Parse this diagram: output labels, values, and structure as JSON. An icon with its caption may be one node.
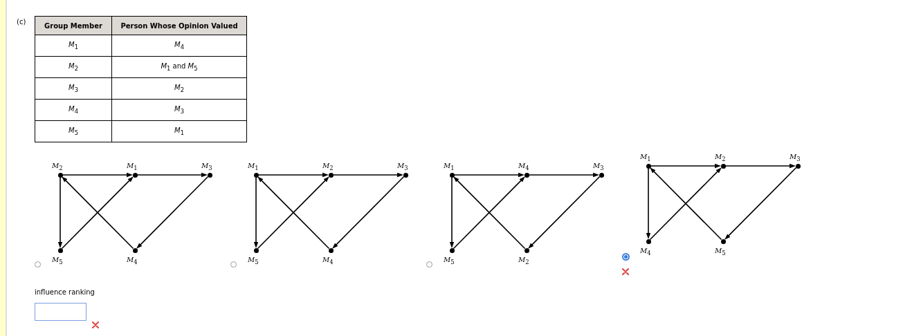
{
  "diagram": {
    "nodes": [
      {
        "text": [
          "*M*$_{2}$"
        ]
      },
      {
        "text": [
          "*M*$_{1}$"
        ]
      },
      {
        "text": [
          "*M*$_{3}$"
        ]
      },
      {
        "text": [
          "*M*$_{5}$"
        ]
      },
      {
        "text": [
          "*M*$_{4}$"
        ]
      },
      {
        "text": [
          "*M*$_{1}$"
        ]
      },
      {
        "text": [
          "*M*$_{2}$"
        ]
      },
      {
        "text": [
          "*M*$_{3}$"
        ]
      },
      {
        "text": [
          "*M*$_{5}$"
        ]
      },
      {
        "text": [
          "*M*$_{4}$"
        ]
      },
      {
        "text": [
          "*M*$_{1}$"
        ]
      },
      {
        "text": [
          "*M*$_{4}$"
        ]
      },
      {
        "text": [
          "*M*$_{3}$"
        ]
      },
      {
        "text": [
          "*M*$_{5}$"
        ]
      },
      {
        "text": [
          "*M*$_{2}$"
        ]
      },
      {
        "text": [
          "*M*$_{1}$"
        ]
      },
      {
        "text": [
          "*M*$_{2}$"
        ]
      },
      {
        "text": [
          "*M*$_{3}$"
        ]
      },
      {
        "text": [
          "*M*$_{4}$"
        ]
      },
      {
        "text": [
          "*M*$_{5}$"
        ]
      }
    ],
    "edges": [
      {
        "from": 0,
        "to": 1,
        "arrow": "to"
      },
      {
        "from": 1,
        "to": 2,
        "arrow": "to"
      },
      {
        "from": 0,
        "to": 3,
        "arrow": "to"
      },
      {
        "from": 3,
        "to": 1,
        "arrow": "to"
      },
      {
        "from": 4,
        "to": 0,
        "arrow": "to"
      },
      {
        "from": 2,
        "to": 4,
        "arrow": "to"
      },
      {
        "from": 5,
        "to": 6,
        "arrow": "to"
      },
      {
        "from": 6,
        "to": 7,
        "arrow": "to"
      },
      {
        "from": 5,
        "to": 8,
        "arrow": "to"
      },
      {
        "from": 8,
        "to": 6,
        "arrow": "to"
      },
      {
        "from": 9,
        "to": 5,
        "arrow": "to"
      },
      {
        "from": 7,
        "to": 9,
        "arrow": "to"
      },
      {
        "from": 10,
        "to": 11,
        "arrow": "to"
      },
      {
        "from": 11,
        "to": 12,
        "arrow": "to"
      },
      {
        "from": 10,
        "to": 13,
        "arrow": "to"
      },
      {
        "from": 13,
        "to": 11,
        "arrow": "to"
      },
      {
        "from": 14,
        "to": 10,
        "arrow": "to"
      },
      {
        "from": 12,
        "to": 14,
        "arrow": "to"
      },
      {
        "from": 15,
        "to": 16,
        "arrow": "to"
      },
      {
        "from": 16,
        "to": 17,
        "arrow": "to"
      },
      {
        "from": 15,
        "to": 18,
        "arrow": "to"
      },
      {
        "from": 18,
        "to": 16,
        "arrow": "to"
      },
      {
        "from": 19,
        "to": 15,
        "arrow": "to"
      },
      {
        "from": 17,
        "to": 19,
        "arrow": "to"
      }
    ],
    "labels": [
      "(c)",
      "Group Member",
      "Person Whose Opinion Valued",
      "*M*$_{1}$",
      "*M*$_{4}$",
      "*M*$_{2}$",
      "*M*$_{1}$ and *M*$_{5}$",
      "*M*$_{3}$",
      "*M*$_{2}$",
      "*M*$_{4}$",
      "*M*$_{3}$",
      "*M*$_{5}$",
      "*M*$_{1}$",
      "influence ranking"
    ]
  }
}
